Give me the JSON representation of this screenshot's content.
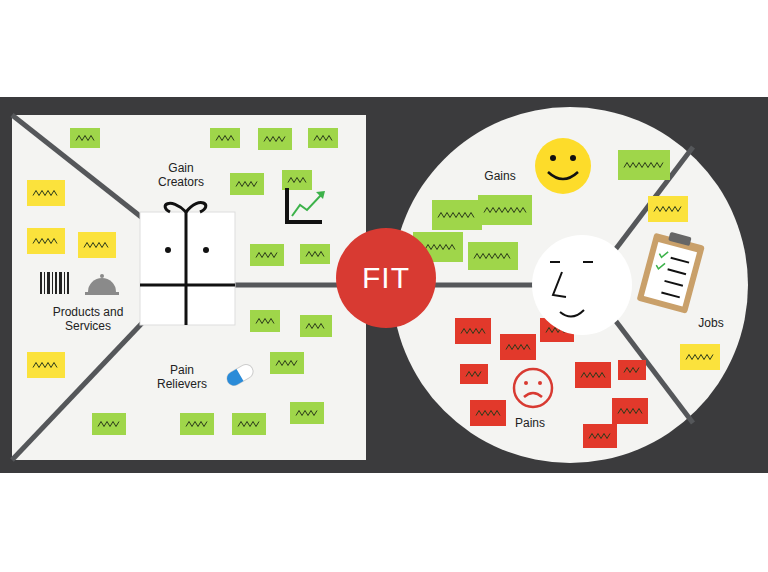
{
  "diagram": {
    "nodes": [
      {
        "text": [
          "Gain Creators"
        ]
      },
      {
        "text": [
          "Products and Services"
        ]
      },
      {
        "text": [
          "Pain Relievers"
        ]
      },
      {
        "text": [
          "FIT"
        ]
      },
      {
        "text": [
          "Gains"
        ]
      },
      {
        "text": [
          "Jobs"
        ]
      },
      {
        "text": [
          "Pains"
        ]
      }
    ]
  }
}
